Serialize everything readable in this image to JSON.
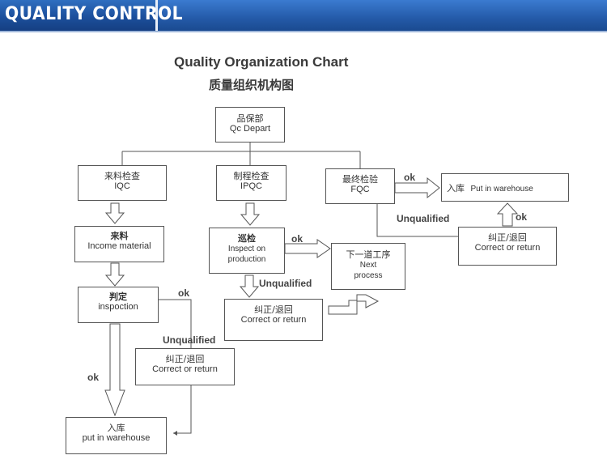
{
  "banner": {
    "title": "QUALITY CONTROL"
  },
  "title_en": "Quality Organization Chart",
  "title_zh": "质量组织机构图",
  "nodes": {
    "qc": {
      "zh": "品保部",
      "en": "Qc  Depart"
    },
    "iqc": {
      "zh": "来料检查",
      "en": "IQC"
    },
    "ipqc": {
      "zh": "制程检查",
      "en": "IPQC"
    },
    "fqc": {
      "zh": "最终检验",
      "en": "FQC"
    },
    "warehouse_top": {
      "zh": "入库",
      "en": "Put  in  warehouse"
    },
    "income": {
      "zh": "来料",
      "en": "Income  material"
    },
    "inspect": {
      "zh": "巡检",
      "en1": "Inspect  on",
      "en2": "production"
    },
    "next": {
      "zh": "下一道工序",
      "en1": "Next",
      "en2": "process"
    },
    "correct_fqc": {
      "zh": "纠正/退回",
      "en": "Correct  or  return"
    },
    "judge": {
      "zh": "判定",
      "en": "inspoction"
    },
    "correct_ipqc": {
      "zh": "纠正/退回",
      "en": "Correct  or  return"
    },
    "correct_iqc": {
      "zh": "纠正/退回",
      "en": "Correct  or  return"
    },
    "warehouse_bottom": {
      "zh": "入库",
      "en": "put  in  warehouse"
    }
  },
  "labels": {
    "ok_fqc": "ok",
    "unqualified_fqc": "Unqualified",
    "ok_return": "ok",
    "ok_ipqc": "ok",
    "unqualified_ipqc": "Unqualified",
    "ok_judge": "ok",
    "unqualified_iqc": "Unqualified",
    "ok_iqc": "ok"
  }
}
